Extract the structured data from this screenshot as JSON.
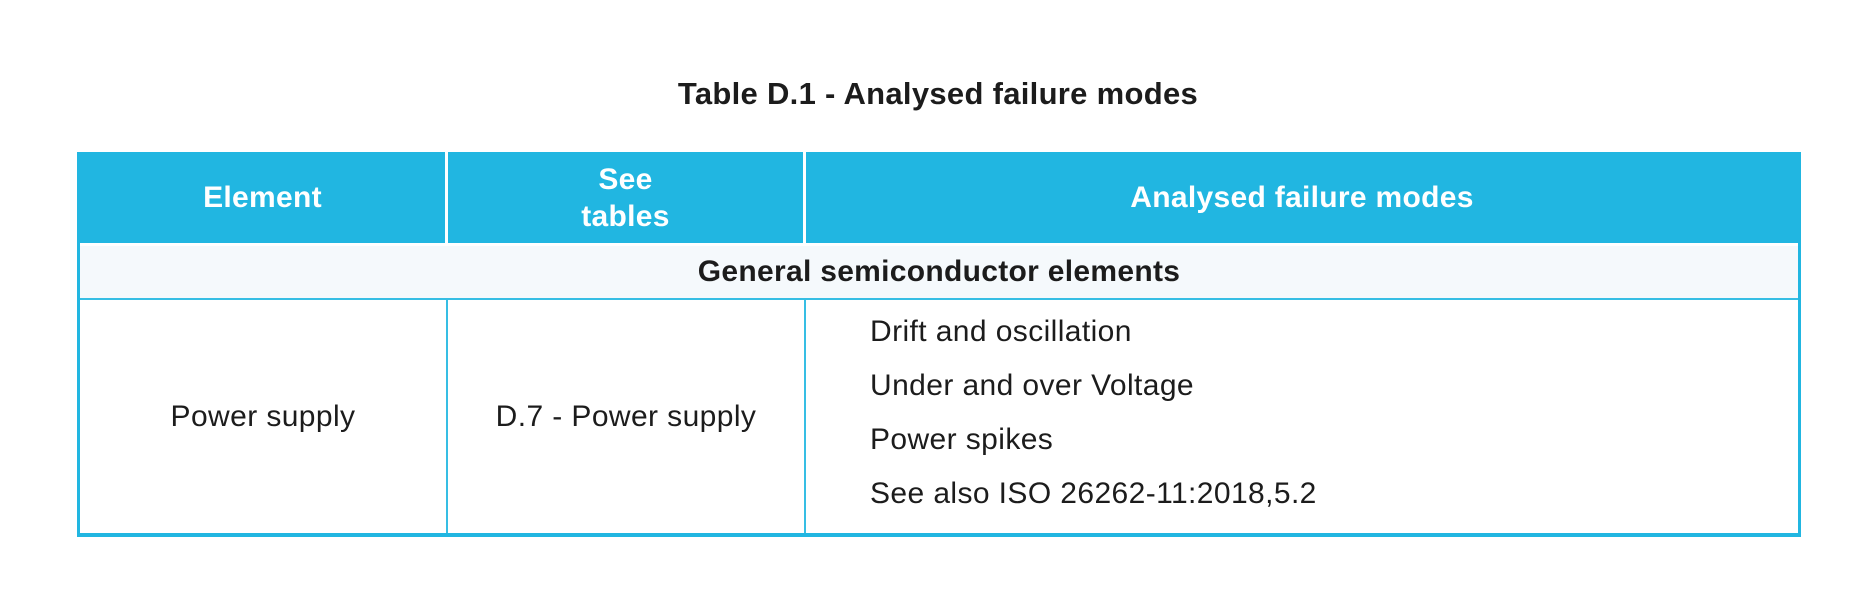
{
  "page": {
    "background": "#FFFFFF"
  },
  "title": "Table D.1 - Analysed failure modes",
  "colors": {
    "accent": "#21B6E1",
    "section_row_bg": "#F5F9FC",
    "header_text": "#FFFFFF",
    "body_text": "#1C1C1C"
  },
  "table": {
    "column_headers": [
      {
        "label": "Element"
      },
      {
        "label": "See\ntables"
      },
      {
        "label": "Analysed failure modes"
      }
    ],
    "section_header": "General semiconductor elements",
    "rows": [
      {
        "element": "Power supply",
        "see_tables": "D.7 - Power supply",
        "failure_modes": [
          "Drift and oscillation",
          "Under and over Voltage",
          "Power spikes",
          "See also ISO 26262-11:2018,5.2"
        ]
      }
    ]
  }
}
